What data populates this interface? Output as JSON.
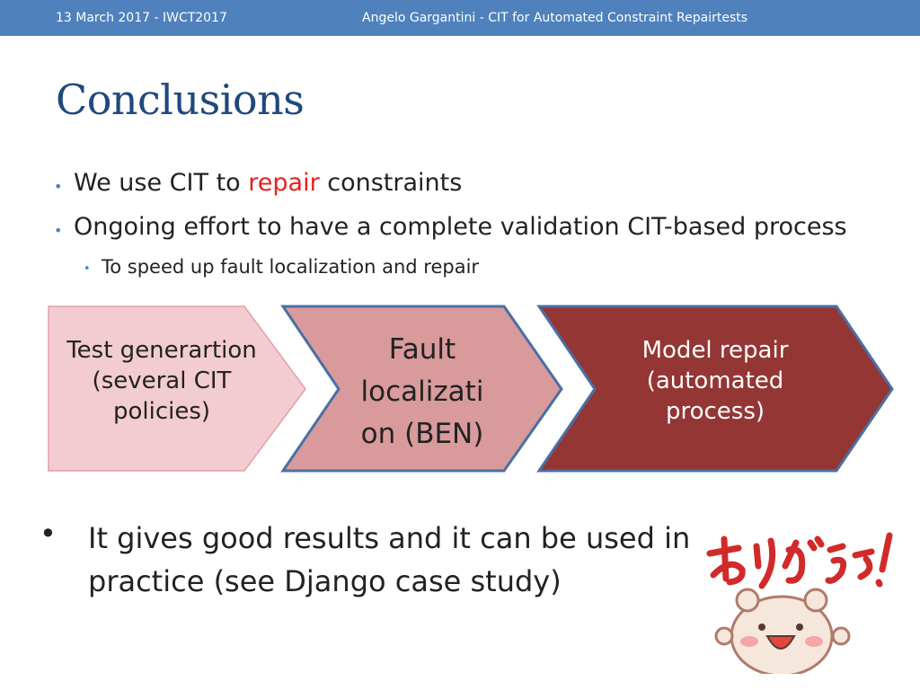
{
  "header": {
    "date": "13 March 2017 - IWCT2017",
    "author_title": "Angelo Gargantini -  CIT for Automated Constraint Repairtests"
  },
  "slide": {
    "title": "Conclusions",
    "bullets": [
      {
        "pre": "We use CIT to ",
        "highlight": "repair",
        "post": " constraints"
      },
      {
        "text": "Ongoing effort to have a complete validation CIT-based process"
      }
    ],
    "sub_bullet": "To speed up fault localization and repair",
    "flow": [
      {
        "label": "Test generartion (several CIT policies)",
        "lines": [
          "Test generartion",
          "(several CIT",
          "policies)"
        ],
        "fill": "#f2ccd0",
        "text_color": "#222222"
      },
      {
        "label": "Fault localization (BEN)",
        "lines": [
          "Fault",
          "localizati",
          "on (BEN)"
        ],
        "fill": "#d99a9c",
        "text_color": "#222222"
      },
      {
        "label": "Model repair (automated process)",
        "lines": [
          "Model repair",
          "(automated",
          "process)"
        ],
        "fill": "#943634",
        "text_color": "#ffffff"
      }
    ],
    "closing_bullet": {
      "marker": "•",
      "text": "It gives good results and it can be used in practice (see Django case study)"
    },
    "sticker": {
      "icon": "thank-you-bear-sticker",
      "text": "ありがとう!"
    }
  },
  "colors": {
    "header_bg": "#4f81bd",
    "title": "#1f497d",
    "highlight": "#e8201f",
    "outline": "#4a6fa5"
  }
}
